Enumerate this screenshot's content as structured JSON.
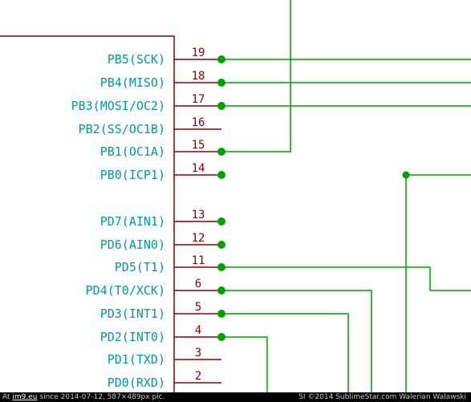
{
  "colors": {
    "pin_label": "#009a9a",
    "pin_number": "#8b0000",
    "pin_line": "#8b0000",
    "body_outline": "#8b0000",
    "wire": "#00a000",
    "junction": "#00a000"
  },
  "pins": [
    {
      "label": "PB5(SCK)",
      "number": "19",
      "connected": true
    },
    {
      "label": "PB4(MISO)",
      "number": "18",
      "connected": true
    },
    {
      "label": "PB3(MOSI/OC2)",
      "number": "17",
      "connected": true
    },
    {
      "label": "PB2(SS/OC1B)",
      "number": "16",
      "connected": false
    },
    {
      "label": "PB1(OC1A)",
      "number": "15",
      "connected": true
    },
    {
      "label": "PB0(ICP1)",
      "number": "14",
      "connected": true
    },
    {
      "label": "PD7(AIN1)",
      "number": "13",
      "connected": true
    },
    {
      "label": "PD6(AIN0)",
      "number": "12",
      "connected": true
    },
    {
      "label": "PD5(T1)",
      "number": "11",
      "connected": true
    },
    {
      "label": "PD4(T0/XCK)",
      "number": "6",
      "connected": true
    },
    {
      "label": "PD3(INT1)",
      "number": "5",
      "connected": true
    },
    {
      "label": "PD2(INT0)",
      "number": "4",
      "connected": true
    },
    {
      "label": "PD1(TXD)",
      "number": "3",
      "connected": false
    },
    {
      "label": "PD0(RXD)",
      "number": "2",
      "connected": false
    }
  ],
  "footer": {
    "prefix": "At",
    "site": "im9.eu",
    "info": "since 2014-07-12, 587×489px pic.",
    "credit": "SI ©2014 SublimeStar.com Walerian Walawski"
  }
}
